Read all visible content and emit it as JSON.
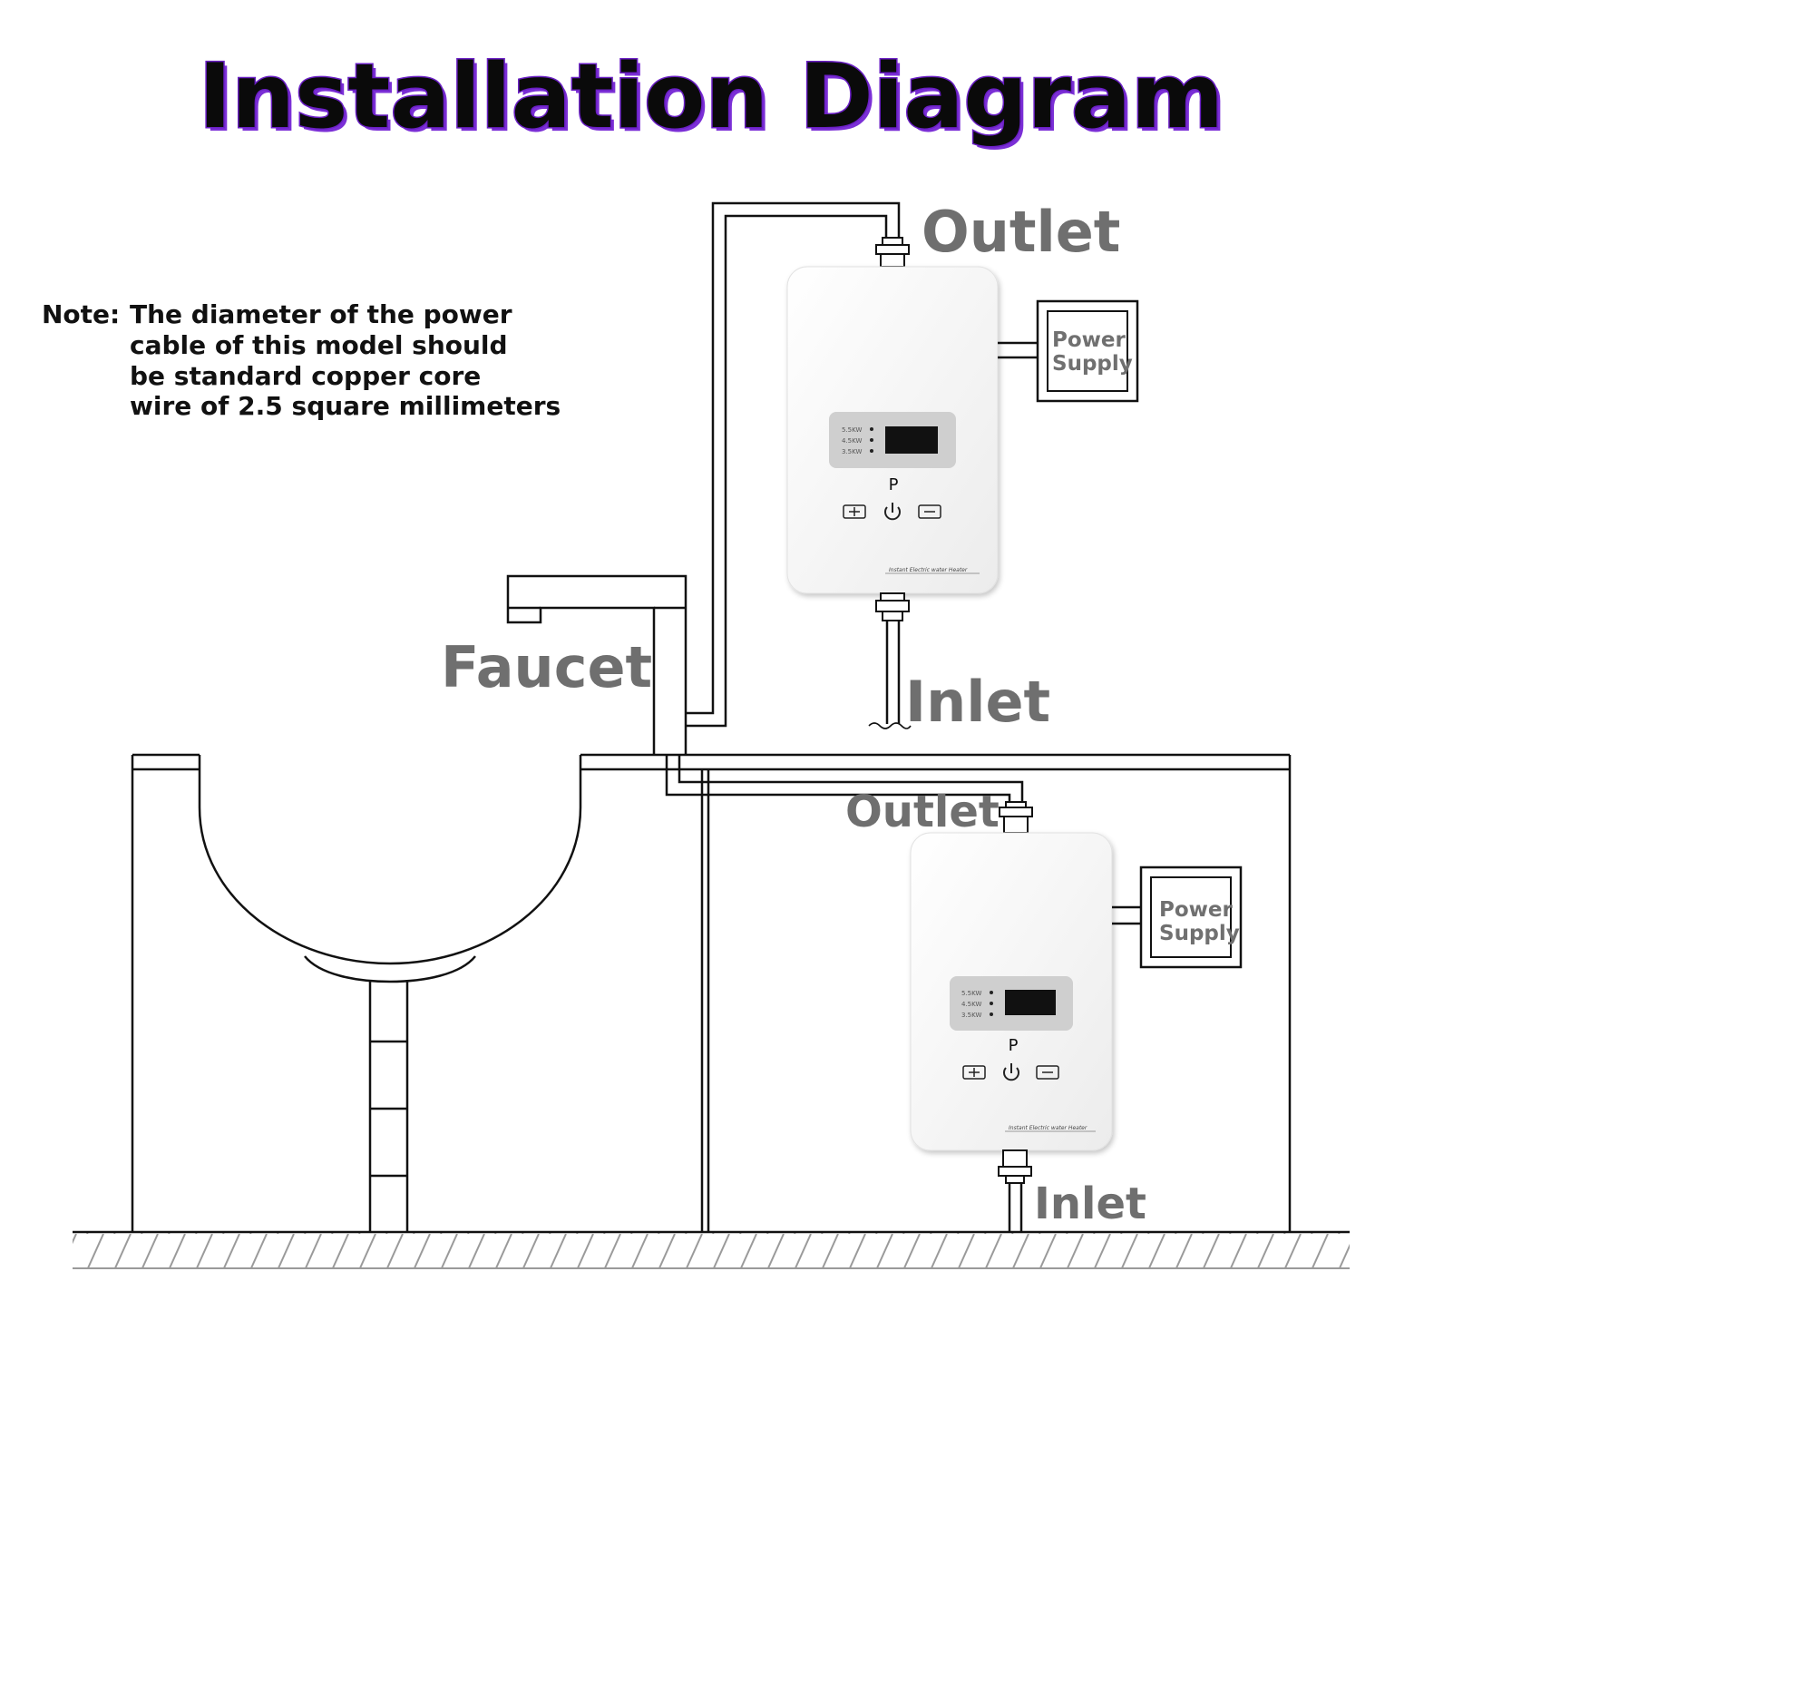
{
  "title": "Installation Diagram",
  "note": {
    "prefix": "Note:",
    "lines": [
      "The diameter of the power",
      "cable of this model should",
      "be standard copper core",
      "wire of 2.5 square millimeters"
    ]
  },
  "labels": {
    "faucet": "Faucet",
    "upper_outlet": "Outlet",
    "upper_inlet": "Inlet",
    "lower_outlet": "Outlet",
    "lower_inlet": "Inlet"
  },
  "heaters": [
    {
      "power_supply": [
        "Power",
        "Supply"
      ],
      "power_levels": [
        "5.5KW",
        "4.5KW",
        "3.5KW"
      ],
      "mode_label": "P",
      "brand": "Instant Electric water Heater"
    },
    {
      "power_supply": [
        "Power",
        "Supply"
      ],
      "power_levels": [
        "5.5KW",
        "4.5KW",
        "3.5KW"
      ],
      "mode_label": "P",
      "brand": "Instant Electric water Heater"
    }
  ],
  "colors": {
    "title_fill": "#0a0a0a",
    "title_glow": "#7b2fd6",
    "label_gray": "#6f6f6f",
    "display_black": "#111111",
    "panel_gray": "#cfcfcf"
  }
}
